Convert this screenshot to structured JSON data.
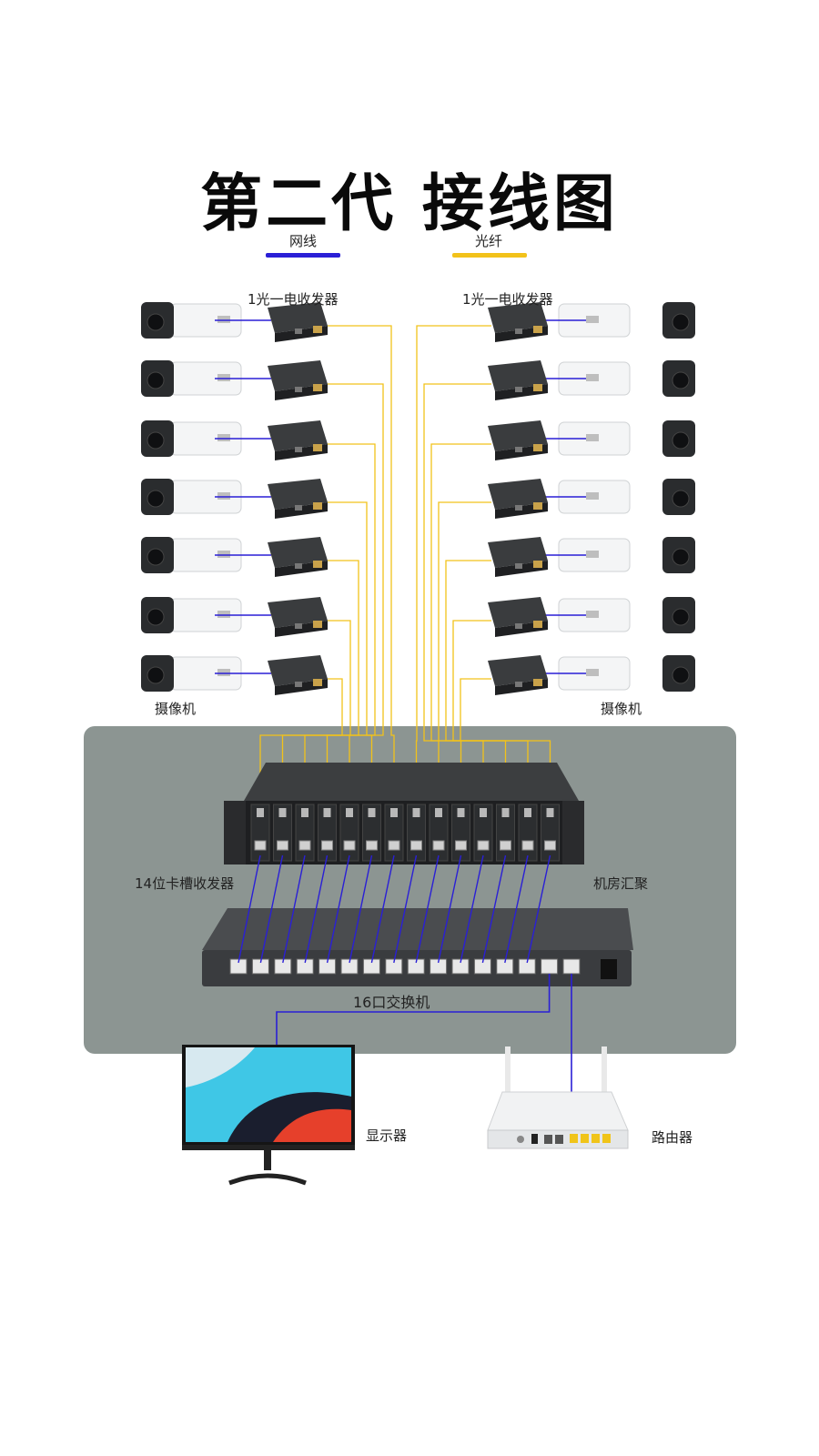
{
  "title": "第二代 接线图",
  "legend": {
    "network": {
      "label": "网线",
      "color": "#2a1fd6"
    },
    "fiber": {
      "label": "光纤",
      "color": "#f2c21a"
    }
  },
  "labels": {
    "left_transceiver": "1光一电收发器",
    "right_transceiver": "1光一电收发器",
    "left_camera": "摄像机",
    "right_camera": "摄像机",
    "chassis": "14位卡槽收发器",
    "server_room": "机房汇聚",
    "switch": "16口交换机",
    "monitor": "显示器",
    "router": "路由器"
  },
  "devices": {
    "cameras_per_side": 7,
    "transceivers_per_side": 7,
    "chassis_slots": 14,
    "switch_ports": 16
  },
  "colors": {
    "panel": "#8c9592",
    "device_dark": "#2b2d2f"
  }
}
